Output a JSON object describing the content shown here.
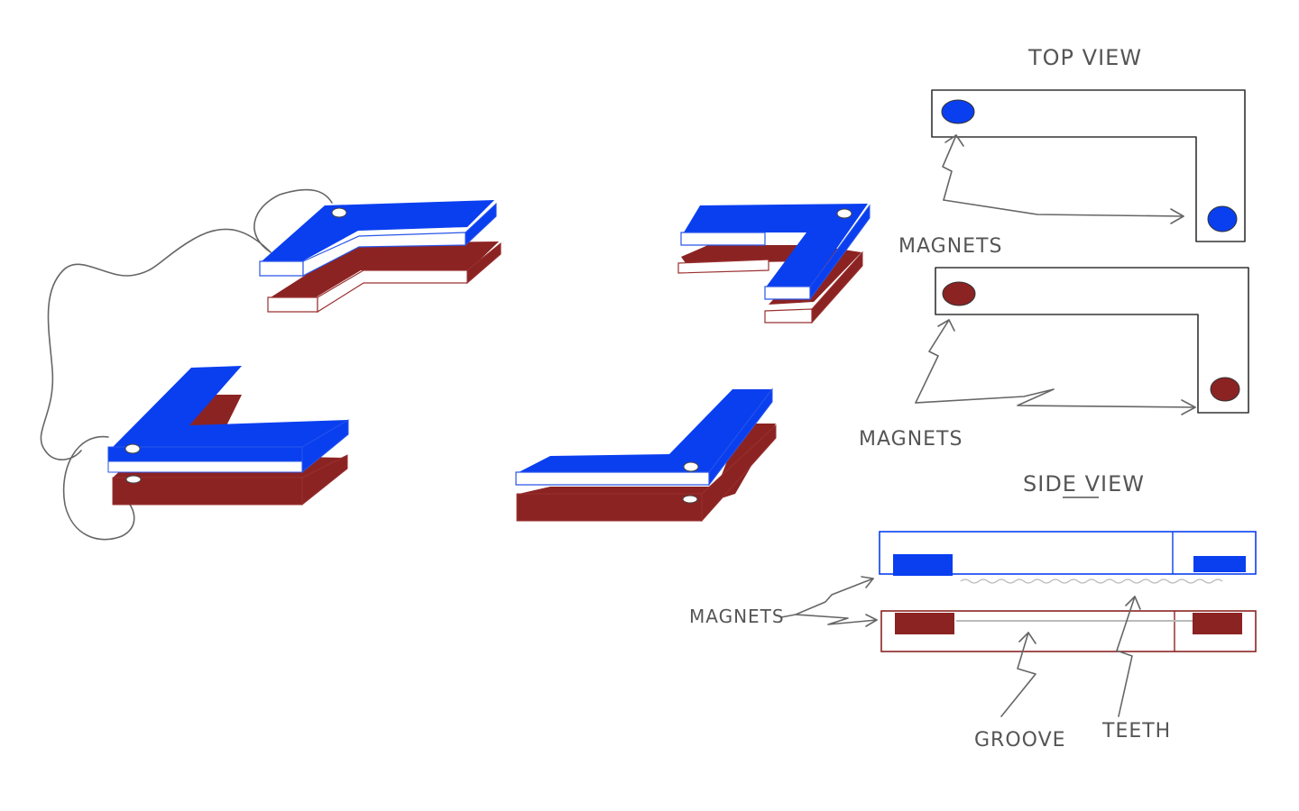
{
  "labels": {
    "top_view": "TOP VIEW",
    "magnets_top_blue": "MAGNETS",
    "magnets_top_red": "MAGNETS",
    "side_view": "SIDE VIEW",
    "magnets_side": "MAGNETS",
    "groove": "GROOVE",
    "teeth": "TEETH"
  },
  "colors": {
    "blue_fill": "#0a3ff0",
    "blue_edge": "#2a55e8",
    "red_fill": "#8b2323",
    "red_edge": "#9a3030",
    "pencil": "#666666",
    "outline": "#333333"
  }
}
